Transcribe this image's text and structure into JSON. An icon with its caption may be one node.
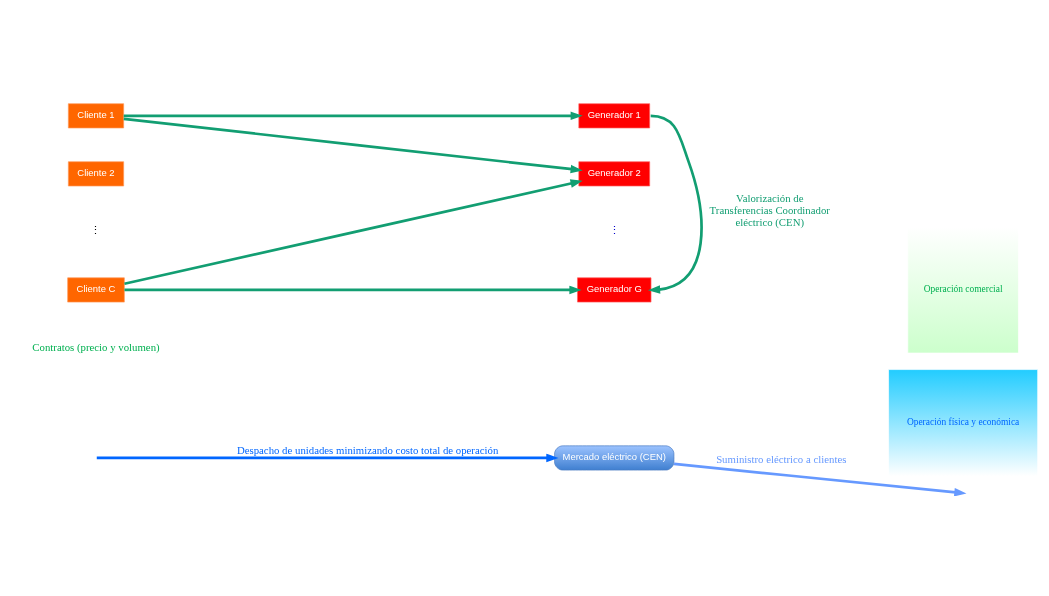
{
  "diagram": {
    "nodes": [
      {
        "text": [
          "Mercado eléctrico (CEN)"
        ]
      },
      {
        "text": [
          "Cliente 1"
        ]
      },
      {
        "text": [
          "Cliente 2"
        ]
      },
      {
        "text": [
          "Cliente C"
        ]
      },
      {
        "text": [
          "Generador 1"
        ]
      },
      {
        "text": [
          "Generador 2"
        ]
      },
      {
        "text": [
          "Generador G"
        ]
      },
      {
        "text": [
          "Operación física y económica"
        ]
      },
      {
        "text": [
          "Operación comercial"
        ]
      }
    ],
    "edges": [
      {
        "from": null,
        "to": 0,
        "arrow": "to",
        "label": "Despacho de unidades minimizando costo total de operación",
        "color": "#0066ff"
      },
      {
        "from": 0,
        "to": null,
        "arrow": "to",
        "label": "Suministro eléctrico a clientes",
        "color": "#6699ff"
      },
      {
        "from": 1,
        "to": 4,
        "arrow": "to"
      },
      {
        "from": 1,
        "to": 5,
        "arrow": "to"
      },
      {
        "from": 3,
        "to": 5,
        "arrow": "to"
      },
      {
        "from": 3,
        "to": 6,
        "arrow": "to"
      },
      {
        "from": 4,
        "to": 6,
        "arrow": "to",
        "label": "Valorización de Transferencias Coordinador eléctrico (CEN)"
      }
    ],
    "labels": [
      "⋮",
      "⋮",
      "Contratos (precio y volumen)"
    ]
  }
}
